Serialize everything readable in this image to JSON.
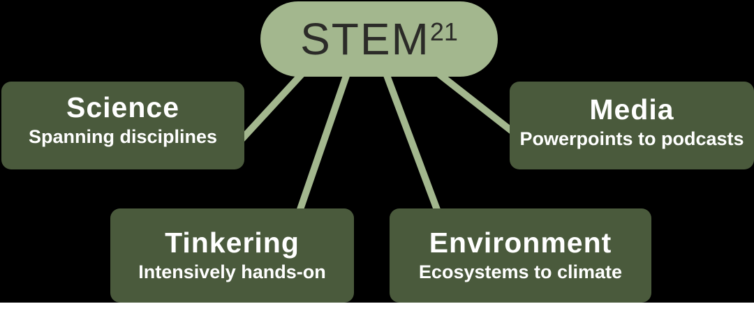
{
  "root": {
    "title": "STEM",
    "superscript": "21"
  },
  "nodes": [
    {
      "id": "science",
      "title": "Science",
      "subtitle": "Spanning disciplines"
    },
    {
      "id": "media",
      "title": "Media",
      "subtitle": "Powerpoints to podcasts"
    },
    {
      "id": "tinkering",
      "title": "Tinkering",
      "subtitle": "Intensively hands-on"
    },
    {
      "id": "environment",
      "title": "Environment",
      "subtitle": "Ecosystems to climate"
    }
  ],
  "colors": {
    "bubble": "#a3b78e",
    "connector": "#a3b78e",
    "box": "#4a5a3c",
    "ink": "#2b2b28",
    "boxtext": "#ffffff",
    "bg": "#000000",
    "band": "#ffffff"
  }
}
